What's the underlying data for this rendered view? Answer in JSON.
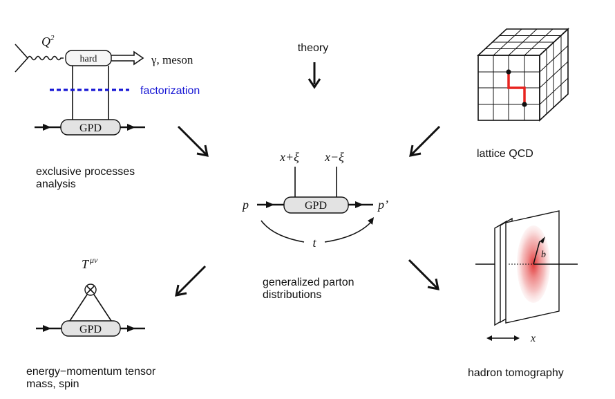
{
  "labels": {
    "theory": "theory",
    "lattice": "lattice QCD",
    "exclusive_line1": "exclusive processes",
    "exclusive_line2": "analysis",
    "gpd_line1": "generalized parton",
    "gpd_line2": "distributions",
    "emt_line1": "energy−momentum tensor",
    "emt_line2": "mass, spin",
    "tomography": "hadron tomography",
    "factorization": "factorization",
    "gamma_meson": "γ, meson"
  },
  "symbols": {
    "gpd": "GPD",
    "hard": "hard",
    "Q": "Q",
    "Q_exp": "2",
    "x_plus_xi": "x+ξ",
    "x_minus_xi": "x−ξ",
    "p": "p",
    "p_prime": "p’",
    "t": "t",
    "T": "T",
    "T_sup": "μν",
    "b": "b",
    "x": "x"
  },
  "colors": {
    "factorization": "#1515d4",
    "lattice_path": "#e8231f",
    "tomography_core": "#e84f4f",
    "gpd_fill": "#e3e3e3"
  }
}
